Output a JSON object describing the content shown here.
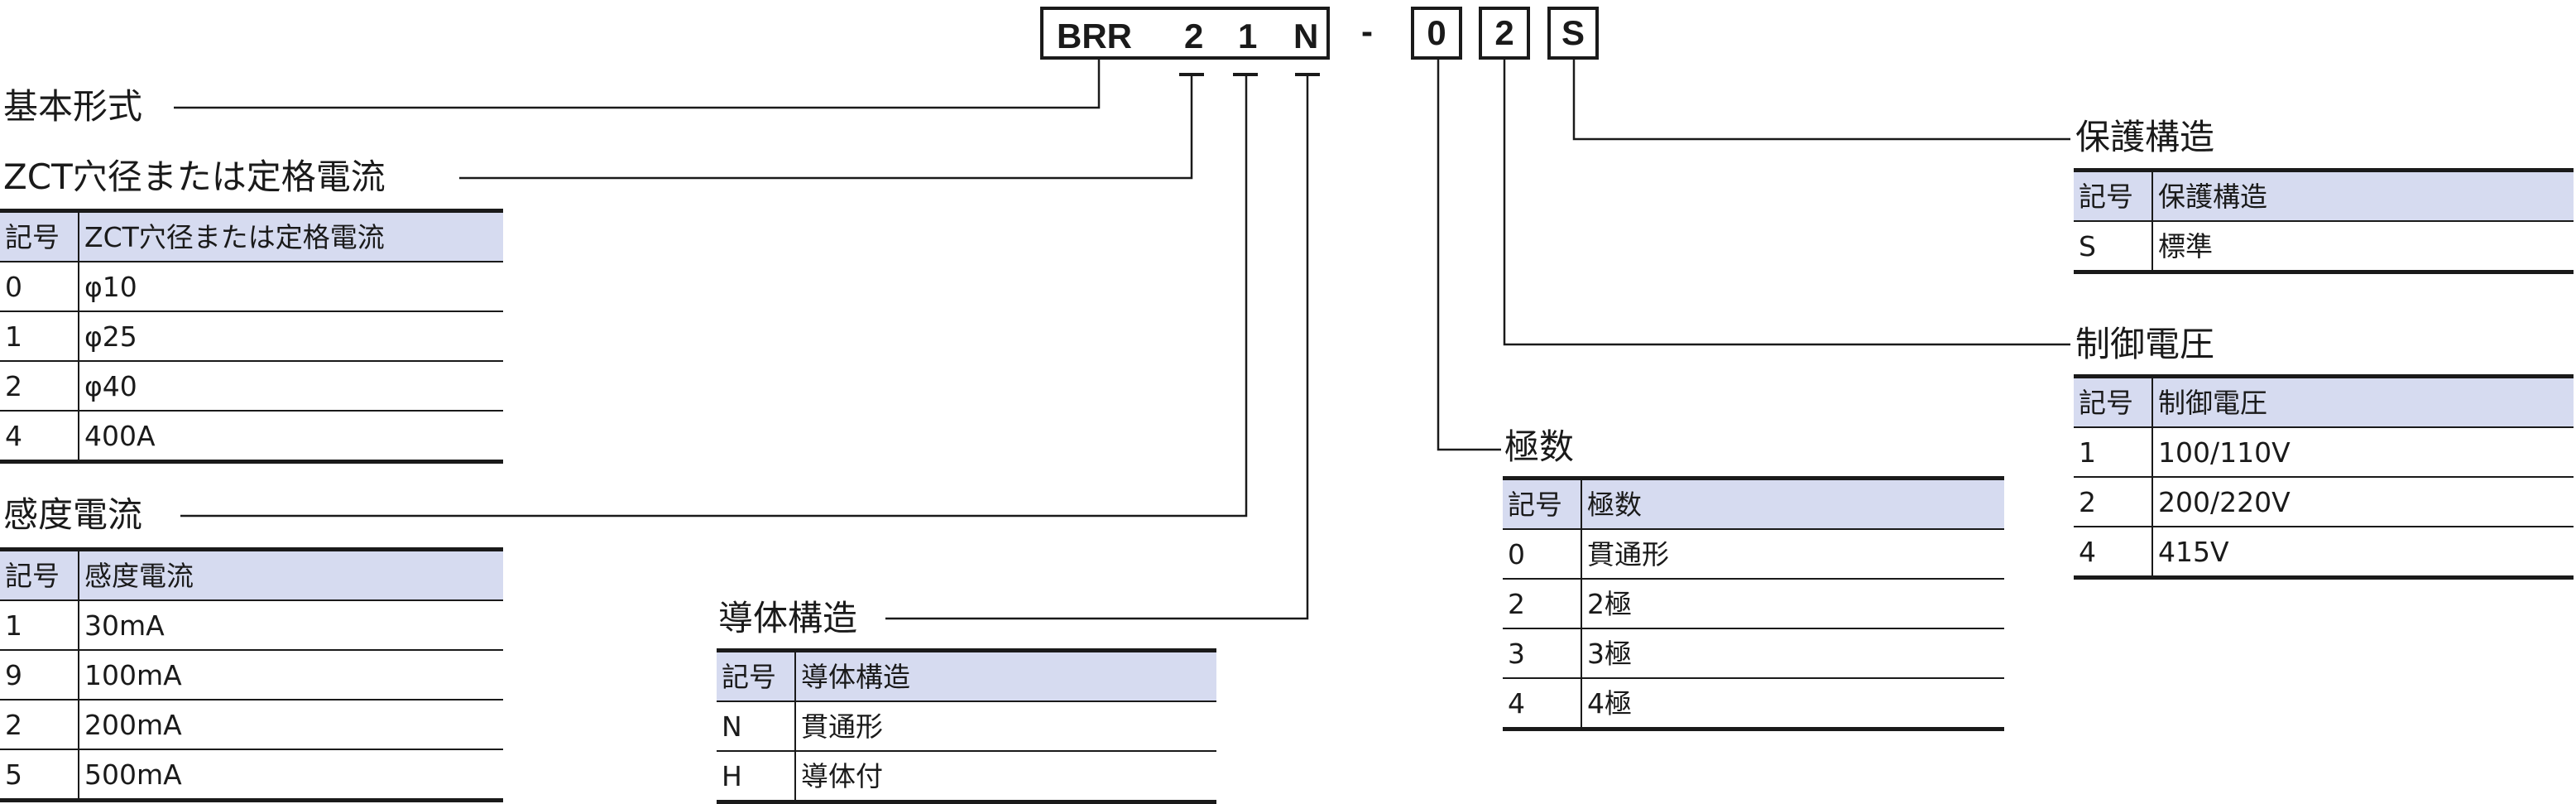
{
  "code": {
    "main": [
      "BRR",
      "2",
      "1",
      "N"
    ],
    "hyphen": "-",
    "boxes": [
      "0",
      "2",
      "S"
    ]
  },
  "sections": {
    "basic_type": {
      "title": "基本形式"
    },
    "zct": {
      "title": "ZCT穴径または定格電流",
      "header": [
        "記号",
        "ZCT穴径または定格電流"
      ],
      "rows": [
        [
          "0",
          "φ10"
        ],
        [
          "1",
          "φ25"
        ],
        [
          "2",
          "φ40"
        ],
        [
          "4",
          "400A"
        ]
      ]
    },
    "sensitivity": {
      "title": "感度電流",
      "header": [
        "記号",
        "感度電流"
      ],
      "rows": [
        [
          "1",
          "30mA"
        ],
        [
          "9",
          "100mA"
        ],
        [
          "2",
          "200mA"
        ],
        [
          "5",
          "500mA"
        ]
      ]
    },
    "conductor": {
      "title": "導体構造",
      "header": [
        "記号",
        "導体構造"
      ],
      "rows": [
        [
          "N",
          "貫通形"
        ],
        [
          "H",
          "導体付"
        ]
      ]
    },
    "poles": {
      "title": "極数",
      "header": [
        "記号",
        "極数"
      ],
      "rows": [
        [
          "0",
          "貫通形"
        ],
        [
          "2",
          "2極"
        ],
        [
          "3",
          "3極"
        ],
        [
          "4",
          "4極"
        ]
      ]
    },
    "voltage": {
      "title": "制御電圧",
      "header": [
        "記号",
        "制御電圧"
      ],
      "rows": [
        [
          "1",
          "100/110V"
        ],
        [
          "2",
          "200/220V"
        ],
        [
          "4",
          "415V"
        ]
      ]
    },
    "protection": {
      "title": "保護構造",
      "header": [
        "記号",
        "保護構造"
      ],
      "rows": [
        [
          "S",
          "標準"
        ]
      ]
    }
  },
  "colors": {
    "header_bg": "#d6dbf0",
    "line": "#1a1a1a"
  }
}
